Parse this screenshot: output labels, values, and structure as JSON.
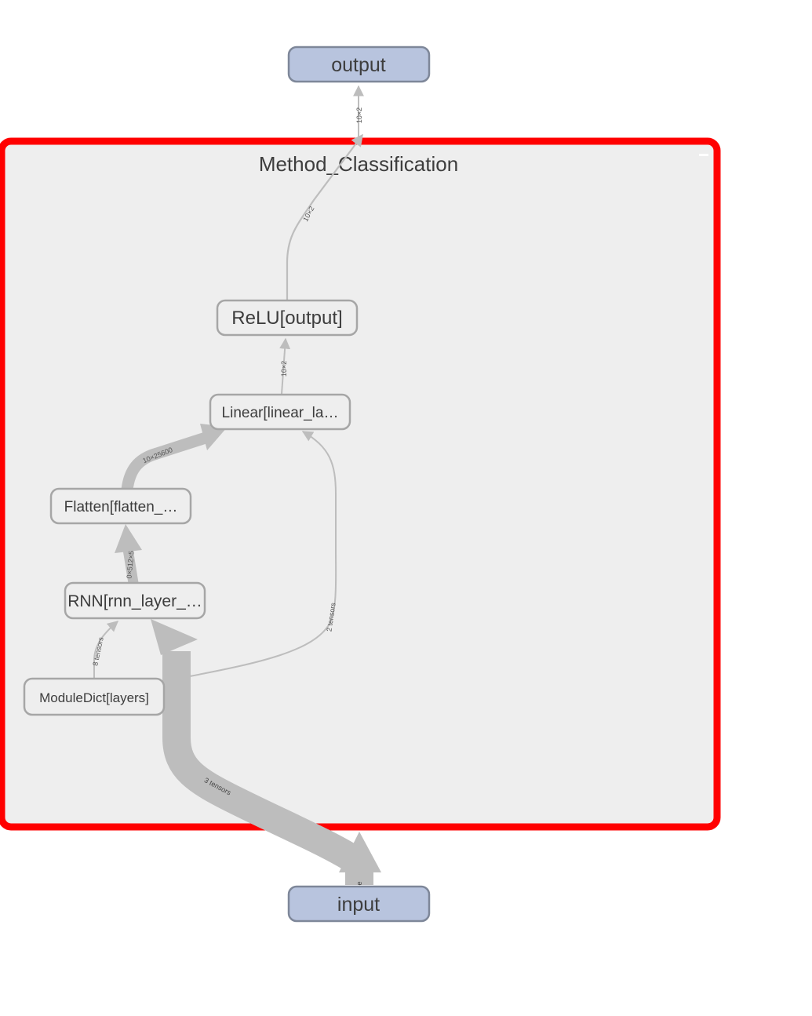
{
  "graph": {
    "scope_title": "Method_Classification",
    "nodes": {
      "output": "output",
      "input": "input",
      "relu": "ReLU[output]",
      "linear": "Linear[linear_la…",
      "flatten": "Flatten[flatten_…",
      "rnn": "RNN[rnn_layer_…",
      "moduledict": "ModuleDict[layers]"
    },
    "edge_labels": {
      "scope_to_output": "10×2",
      "relu_to_scope": "10×2",
      "linear_to_relu": "10×2",
      "flatten_to_linear": "10×25600",
      "rnn_to_flatten": "0×512×5",
      "moduledict_to_rnn": "8 tensors",
      "moduledict_to_linear": "2 tensors",
      "input_to_rnn": "3 tensors",
      "input_stub": "e"
    },
    "colors": {
      "highlight_border": "#ff0000",
      "scope_fill": "#eeeeee",
      "io_node_fill": "#b8c4de",
      "io_node_border": "#7e8799",
      "op_node_border": "#a6a6a6",
      "edge": "#bdbdbd"
    }
  }
}
